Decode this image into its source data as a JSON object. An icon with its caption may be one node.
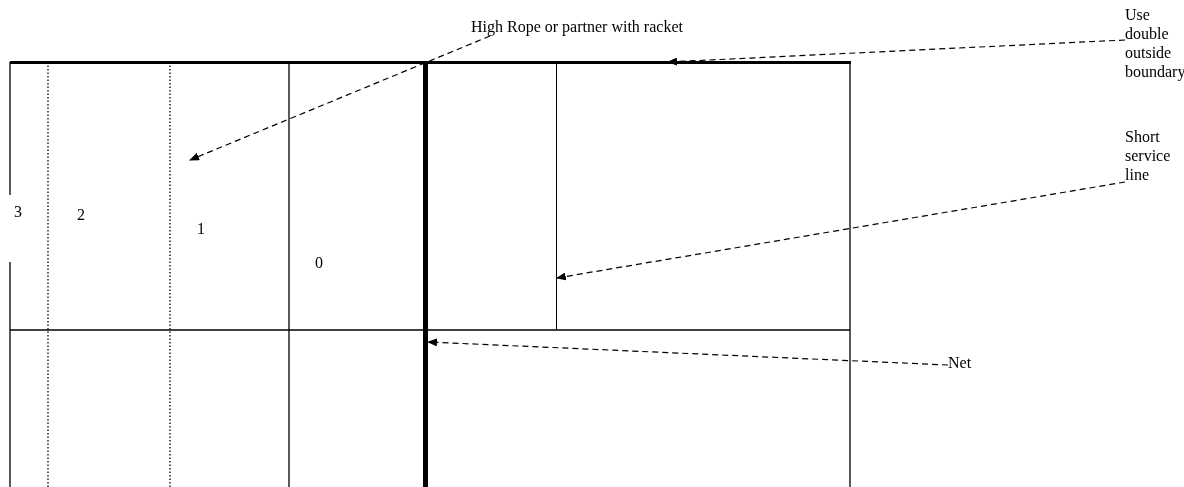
{
  "diagram": {
    "nodes": [
      {
        "text": [
          "High Rope or partner with racket"
        ]
      },
      {
        "text": [
          "Use double outside boundary"
        ]
      },
      {
        "text": [
          "Short service line"
        ]
      },
      {
        "text": [
          "Net"
        ]
      },
      {
        "text": [],
        "shape": "bar"
      },
      {
        "text": [],
        "shape": "bar"
      },
      {
        "text": [],
        "shape": "bar"
      }
    ],
    "edges": [
      {
        "from": 0,
        "to": null,
        "arrow": "to",
        "style": "dashed"
      },
      {
        "from": 1,
        "to": 5,
        "arrow": "to",
        "style": "dashed"
      },
      {
        "from": 2,
        "to": 6,
        "arrow": "to",
        "style": "dashed"
      },
      {
        "from": 3,
        "to": 4,
        "arrow": "to",
        "style": "dashed"
      }
    ],
    "labels": [
      "3",
      "2",
      "1",
      "0"
    ]
  }
}
